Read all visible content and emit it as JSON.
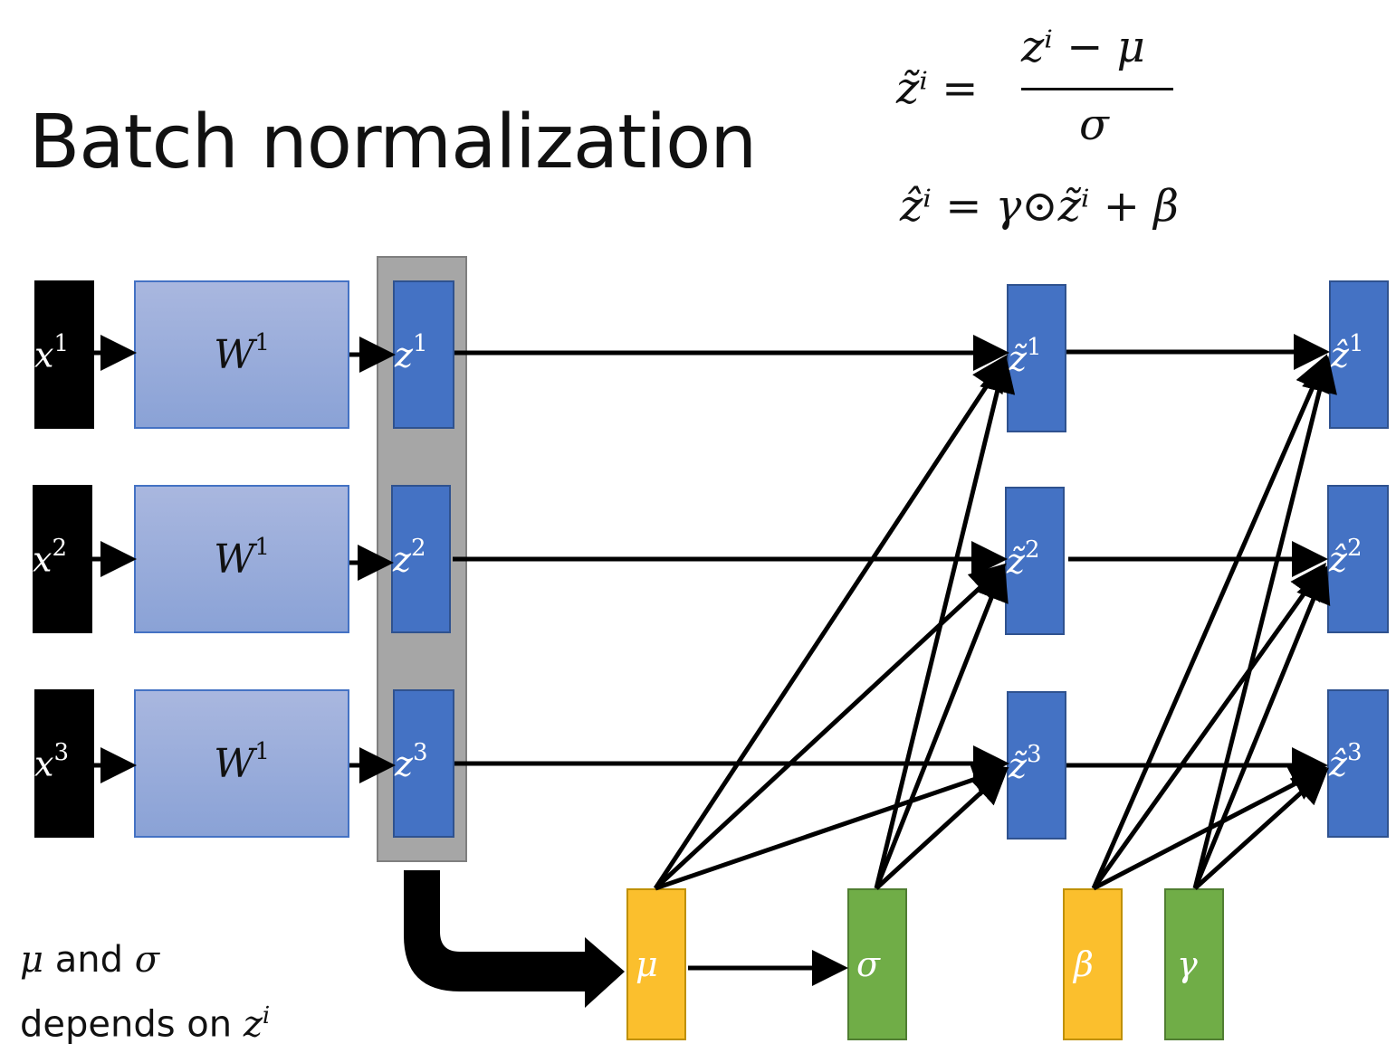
{
  "title": "Batch normalization",
  "equations": {
    "eq1_lhs": "z̃ⁱ =",
    "eq1_num": "zⁱ − μ",
    "eq1_den": "σ",
    "eq2": "ẑⁱ = γ⊙z̃ⁱ + β"
  },
  "inputs": [
    {
      "label": "x",
      "sup": "1"
    },
    {
      "label": "x",
      "sup": "2"
    },
    {
      "label": "x",
      "sup": "3"
    }
  ],
  "weights": [
    {
      "label": "W",
      "sup": "1"
    },
    {
      "label": "W",
      "sup": "1"
    },
    {
      "label": "W",
      "sup": "1"
    }
  ],
  "z": [
    {
      "label": "z",
      "sup": "1"
    },
    {
      "label": "z",
      "sup": "2"
    },
    {
      "label": "z",
      "sup": "3"
    }
  ],
  "z_tilde": [
    {
      "label": "z̃",
      "sup": "1"
    },
    {
      "label": "z̃",
      "sup": "2"
    },
    {
      "label": "z̃",
      "sup": "3"
    }
  ],
  "z_hat": [
    {
      "label": "ẑ",
      "sup": "1"
    },
    {
      "label": "ẑ",
      "sup": "2"
    },
    {
      "label": "ẑ",
      "sup": "3"
    }
  ],
  "stats": {
    "mu": "μ",
    "sigma": "σ",
    "beta": "β",
    "gamma": "γ"
  },
  "note": {
    "line1_sym": "μ",
    "line1_mid": " and ",
    "line1_sym2": "σ",
    "line2": "depends on ",
    "line2_sym": "z",
    "line2_sup": "i"
  },
  "colors": {
    "z_blue": "#4472c4",
    "w_blue": "#9fb1dc",
    "gray_batch": "#a6a6a6",
    "yellow": "#fbbf2d",
    "green": "#70ad47"
  }
}
